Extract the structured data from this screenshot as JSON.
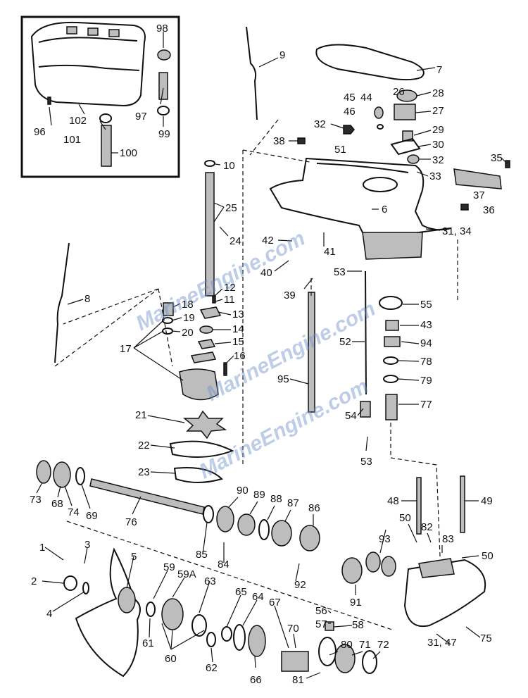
{
  "watermark": {
    "text": "MarineEngine.com",
    "color": "#6d8fc9"
  },
  "labels": [
    {
      "id": "98",
      "text": "98"
    },
    {
      "id": "102",
      "text": "102"
    },
    {
      "id": "97",
      "text": "97"
    },
    {
      "id": "96",
      "text": "96"
    },
    {
      "id": "101",
      "text": "101"
    },
    {
      "id": "99",
      "text": "99"
    },
    {
      "id": "100",
      "text": "100"
    },
    {
      "id": "9",
      "text": "9"
    },
    {
      "id": "7",
      "text": "7"
    },
    {
      "id": "26",
      "text": "26"
    },
    {
      "id": "28",
      "text": "28"
    },
    {
      "id": "45",
      "text": "45"
    },
    {
      "id": "44",
      "text": "44"
    },
    {
      "id": "27",
      "text": "27"
    },
    {
      "id": "46",
      "text": "46"
    },
    {
      "id": "32a",
      "text": "32"
    },
    {
      "id": "29",
      "text": "29"
    },
    {
      "id": "38",
      "text": "38"
    },
    {
      "id": "30",
      "text": "30"
    },
    {
      "id": "51",
      "text": "51"
    },
    {
      "id": "32b",
      "text": "32"
    },
    {
      "id": "35",
      "text": "35"
    },
    {
      "id": "10",
      "text": "10"
    },
    {
      "id": "33",
      "text": "33"
    },
    {
      "id": "37",
      "text": "37"
    },
    {
      "id": "6",
      "text": "6"
    },
    {
      "id": "36",
      "text": "36"
    },
    {
      "id": "25",
      "text": "25"
    },
    {
      "id": "24",
      "text": "24"
    },
    {
      "id": "31_34",
      "text": "31, 34"
    },
    {
      "id": "42",
      "text": "42"
    },
    {
      "id": "41",
      "text": "41"
    },
    {
      "id": "8",
      "text": "8"
    },
    {
      "id": "40",
      "text": "40"
    },
    {
      "id": "53a",
      "text": "53"
    },
    {
      "id": "39",
      "text": "39"
    },
    {
      "id": "12",
      "text": "12"
    },
    {
      "id": "11",
      "text": "11"
    },
    {
      "id": "18",
      "text": "18"
    },
    {
      "id": "55",
      "text": "55"
    },
    {
      "id": "13",
      "text": "13"
    },
    {
      "id": "19",
      "text": "19"
    },
    {
      "id": "43",
      "text": "43"
    },
    {
      "id": "14",
      "text": "14"
    },
    {
      "id": "20",
      "text": "20"
    },
    {
      "id": "52",
      "text": "52"
    },
    {
      "id": "94",
      "text": "94"
    },
    {
      "id": "15",
      "text": "15"
    },
    {
      "id": "17",
      "text": "17"
    },
    {
      "id": "16",
      "text": "16"
    },
    {
      "id": "78",
      "text": "78"
    },
    {
      "id": "95",
      "text": "95"
    },
    {
      "id": "79",
      "text": "79"
    },
    {
      "id": "77",
      "text": "77"
    },
    {
      "id": "21",
      "text": "21"
    },
    {
      "id": "54",
      "text": "54"
    },
    {
      "id": "22",
      "text": "22"
    },
    {
      "id": "53b",
      "text": "53"
    },
    {
      "id": "23",
      "text": "23"
    },
    {
      "id": "73",
      "text": "73"
    },
    {
      "id": "68",
      "text": "68"
    },
    {
      "id": "74",
      "text": "74"
    },
    {
      "id": "69",
      "text": "69"
    },
    {
      "id": "48",
      "text": "48"
    },
    {
      "id": "49",
      "text": "49"
    },
    {
      "id": "76",
      "text": "76"
    },
    {
      "id": "90",
      "text": "90"
    },
    {
      "id": "89",
      "text": "89"
    },
    {
      "id": "88",
      "text": "88"
    },
    {
      "id": "87",
      "text": "87"
    },
    {
      "id": "86",
      "text": "86"
    },
    {
      "id": "50a",
      "text": "50"
    },
    {
      "id": "82",
      "text": "82"
    },
    {
      "id": "1",
      "text": "1"
    },
    {
      "id": "3",
      "text": "3"
    },
    {
      "id": "93",
      "text": "93"
    },
    {
      "id": "83",
      "text": "83"
    },
    {
      "id": "50b",
      "text": "50"
    },
    {
      "id": "85",
      "text": "85"
    },
    {
      "id": "84",
      "text": "84"
    },
    {
      "id": "5",
      "text": "5"
    },
    {
      "id": "2",
      "text": "2"
    },
    {
      "id": "59",
      "text": "59"
    },
    {
      "id": "59A",
      "text": "59A"
    },
    {
      "id": "63",
      "text": "63"
    },
    {
      "id": "92",
      "text": "92"
    },
    {
      "id": "4",
      "text": "4"
    },
    {
      "id": "65",
      "text": "65"
    },
    {
      "id": "64",
      "text": "64"
    },
    {
      "id": "91",
      "text": "91"
    },
    {
      "id": "67",
      "text": "67"
    },
    {
      "id": "56",
      "text": "56"
    },
    {
      "id": "57",
      "text": "57"
    },
    {
      "id": "58",
      "text": "58"
    },
    {
      "id": "75",
      "text": "75"
    },
    {
      "id": "61",
      "text": "61"
    },
    {
      "id": "80",
      "text": "80"
    },
    {
      "id": "71",
      "text": "71"
    },
    {
      "id": "72",
      "text": "72"
    },
    {
      "id": "70",
      "text": "70"
    },
    {
      "id": "60",
      "text": "60"
    },
    {
      "id": "62",
      "text": "62"
    },
    {
      "id": "31_47",
      "text": "31, 47"
    },
    {
      "id": "66",
      "text": "66"
    },
    {
      "id": "81",
      "text": "81"
    }
  ]
}
